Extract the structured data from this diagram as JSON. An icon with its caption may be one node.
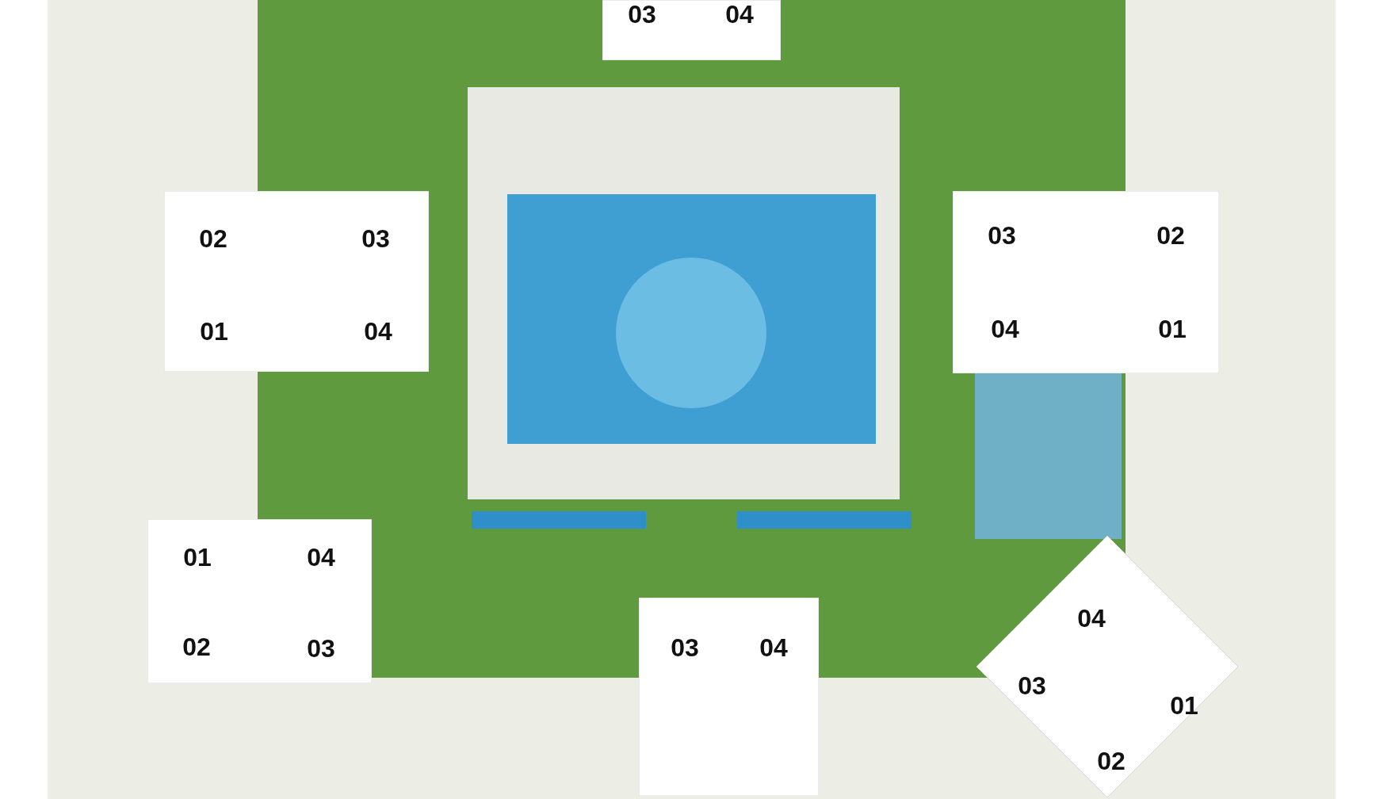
{
  "diagram": {
    "nodes": [
      {
        "text": [
          "03",
          "04"
        ]
      },
      {
        "text": [
          "02",
          "03",
          "01",
          "04"
        ]
      },
      {
        "text": [
          "03",
          "02",
          "04",
          "01"
        ]
      },
      {
        "text": [
          "01",
          "04",
          "02",
          "03"
        ]
      },
      {
        "text": [
          "03",
          "04"
        ]
      },
      {
        "text": [
          "04",
          "03",
          "01",
          "02"
        ]
      }
    ]
  }
}
